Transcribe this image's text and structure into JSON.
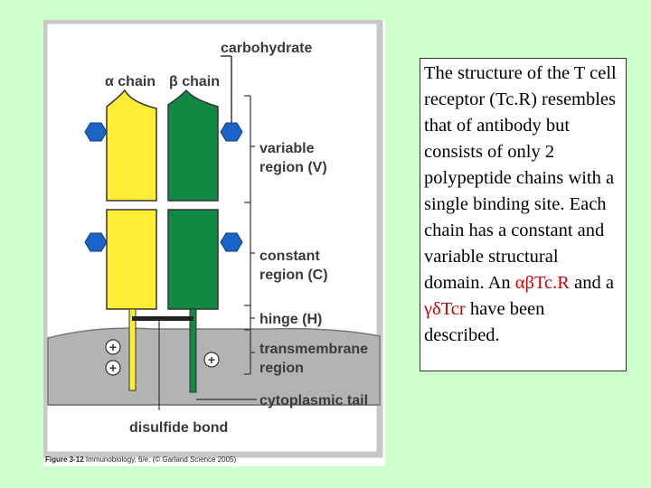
{
  "figure": {
    "labels": {
      "carbohydrate": "carbohydrate",
      "alpha_chain": "α chain",
      "beta_chain": "β chain",
      "variable_1": "variable",
      "variable_2": "region (V)",
      "constant_1": "constant",
      "constant_2": "region (C)",
      "hinge": "hinge (H)",
      "transmembrane_1": "transmembrane",
      "transmembrane_2": "region",
      "cytoplasmic": "cytoplasmic tail",
      "disulfide": "disulfide bond",
      "plus": "+"
    },
    "caption": {
      "bold": "Figure 3-12",
      "rest": " Immunobiology, 6/e. (© Garland Science 2005)"
    },
    "colors": {
      "alpha": "#ffee33",
      "beta": "#118844",
      "carbohydrate": "#1a64c8",
      "membrane": "#b3b3b3",
      "frame": "#c8c8c8"
    }
  },
  "description": {
    "text1": "The structure of the T cell receptor (Tc.R) resembles that of antibody but consists of only 2 polypeptide chains with a single binding site.  Each chain has a constant and variable structural domain.  An ",
    "ab": "αβTc.R",
    "text2": " and a ",
    "gd": "γδTcr",
    "text3": " have been described."
  }
}
